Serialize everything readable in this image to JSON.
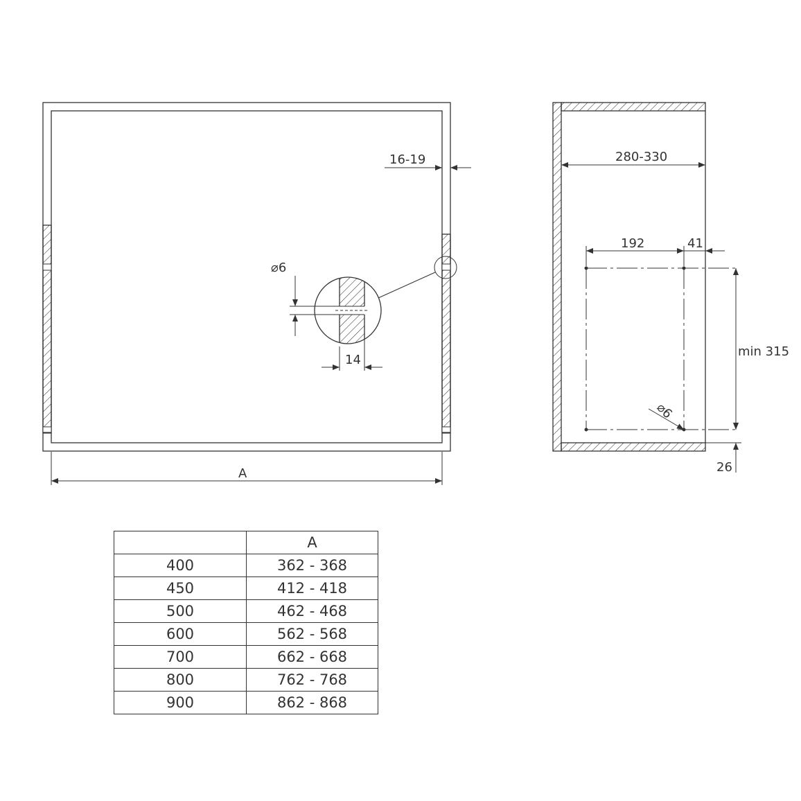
{
  "front_view": {
    "dim_overall_width": "A",
    "dim_panel_thickness": "16-19"
  },
  "detail_view": {
    "dim_hole_diameter": "⌀6",
    "dim_hole_depth": "14"
  },
  "side_view": {
    "dim_depth_range": "280-330",
    "dim_hole_spacing_h": "192",
    "dim_front_offset": "41",
    "dim_hole_spacing_v": "min 315",
    "dim_hole_diameter": "⌀6",
    "dim_bottom_offset": "26"
  },
  "size_table": {
    "header": [
      "",
      "A"
    ],
    "rows": [
      [
        "400",
        "362 - 368"
      ],
      [
        "450",
        "412 - 418"
      ],
      [
        "500",
        "462 - 468"
      ],
      [
        "600",
        "562 - 568"
      ],
      [
        "700",
        "662 - 668"
      ],
      [
        "800",
        "762 - 768"
      ],
      [
        "900",
        "862 - 868"
      ]
    ]
  }
}
